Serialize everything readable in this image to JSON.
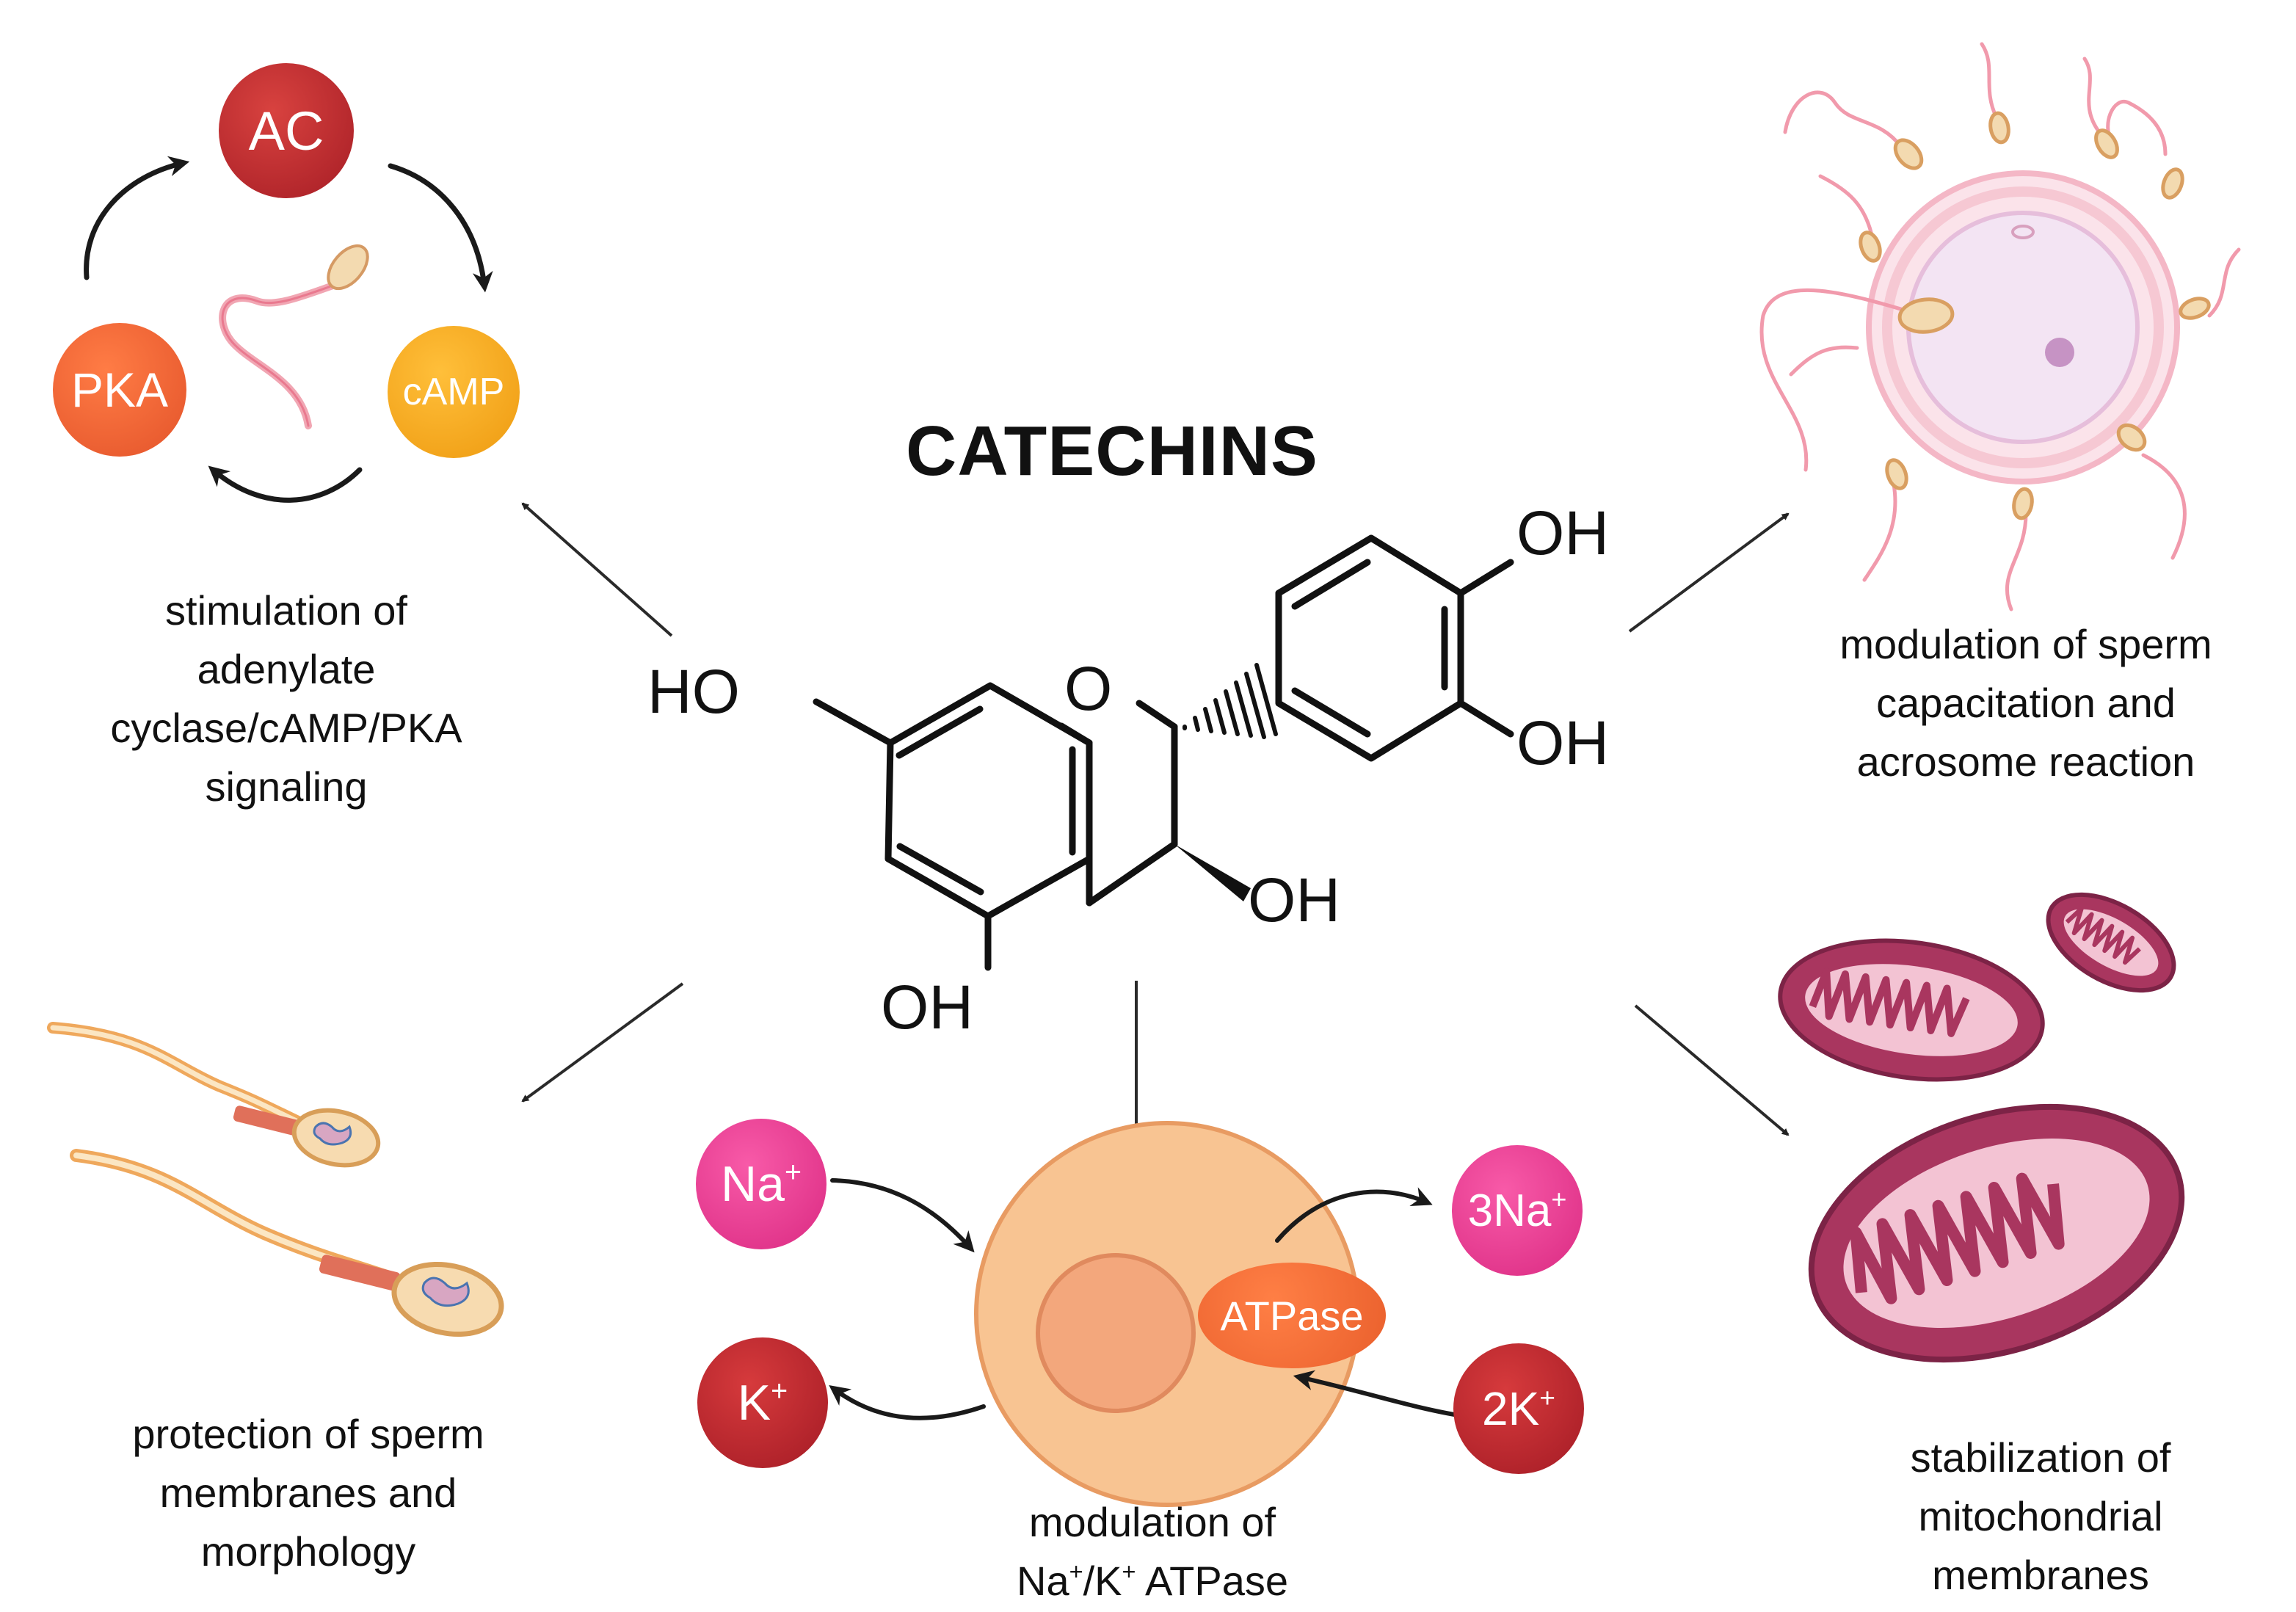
{
  "title": "CATECHINS",
  "molecule": {
    "atoms": {
      "ring_oxygen": "O",
      "hydroxyl_7": "HO",
      "hydroxyl_5": "OH",
      "hydroxyl_3": "OH",
      "hydroxyl_3p": "OH",
      "hydroxyl_4p": "OH"
    }
  },
  "camp_cycle": {
    "nodes": {
      "ac": "AC",
      "camp": "cAMP",
      "pka": "PKA"
    },
    "caption": [
      "stimulation of",
      "adenylate",
      "cyclase/cAMP/PKA",
      "signaling"
    ]
  },
  "sperm_membranes": {
    "caption": [
      "protection of sperm",
      "membranes and",
      "morphology"
    ]
  },
  "atpase": {
    "ions": {
      "na": "Na",
      "na_charge": "+",
      "k": "K",
      "k_charge": "+",
      "three_na": "3Na",
      "three_na_charge": "+",
      "two_k": "2K",
      "two_k_charge": "+"
    },
    "pump": "ATPase",
    "caption_line1": "modulation of",
    "caption_na": "Na",
    "caption_na_charge": "+",
    "caption_slash_k": "/K",
    "caption_k_charge": "+",
    "caption_rest": " ATPase"
  },
  "capacitation": {
    "caption": [
      "modulation of sperm",
      "capacitation and",
      "acrosome reaction"
    ]
  },
  "mitochondria": {
    "caption": [
      "stabilization of",
      "mitochondrial",
      "membranes"
    ]
  },
  "colors": {
    "ac": "#b4232a",
    "camp": "#f5a31a",
    "pka": "#f2622e",
    "na": "#e8348f",
    "k": "#b81f2a",
    "pump": "#ef6a32",
    "cell": "#f7c08e",
    "mito": "#a9365f",
    "sperm_head": "#f3dab0"
  }
}
